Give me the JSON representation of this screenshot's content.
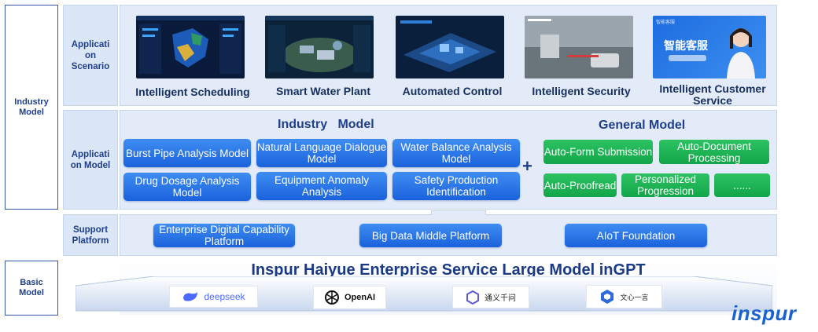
{
  "labels": {
    "industry_model": "Industry Model",
    "application_scenario": "Applicati on Scenario",
    "application_model": "Applicati on Model",
    "support_platform": "Support Platform",
    "basic_model": "Basic Model"
  },
  "scenarios": [
    {
      "label": "Intelligent Scheduling"
    },
    {
      "label": "Smart Water Plant"
    },
    {
      "label": "Automated Control"
    },
    {
      "label": "Intelligent Security"
    },
    {
      "label": "Intelligent Customer Service",
      "thumb_text": "智能客服",
      "thumb_small": "智能客服"
    }
  ],
  "industry_model": {
    "title": "Industry   Model",
    "items": [
      "Burst Pipe Analysis Model",
      "Natural Language Dialogue Model",
      "Water Balance Analysis Model",
      "Drug Dosage Analysis Model",
      "Equipment Anomaly Analysis",
      "Safety Production Identification"
    ]
  },
  "plus": "+",
  "general_model": {
    "title": "General Model",
    "items": [
      "Auto-Form Submission",
      "Auto-Document Processing",
      "Auto-Proofread",
      "Personalized Progression",
      "......"
    ]
  },
  "support_platform": {
    "items": [
      "Enterprise Digital Capability Platform",
      "Big Data Middle Platform",
      "AIoT Foundation"
    ]
  },
  "basic_model": {
    "title": "Inspur Haiyue Enterprise Service Large Model inGPT",
    "providers": [
      "deepseek",
      "OpenAI",
      "通义千问",
      "文心一言"
    ]
  },
  "brand": "inspur",
  "colors": {
    "accent_blue": "#1a62dc",
    "accent_green": "#12a648",
    "heading_navy": "#1f3f8a"
  }
}
